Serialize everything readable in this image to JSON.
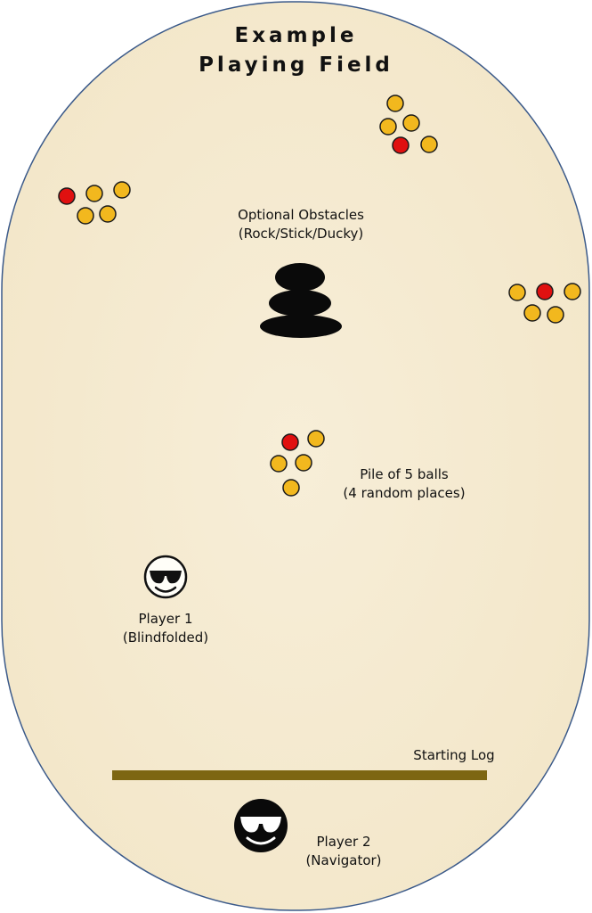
{
  "title": {
    "line1": "Example",
    "line2": "Playing Field"
  },
  "labels": {
    "obstacles_line1": "Optional Obstacles",
    "obstacles_line2": "(Rock/Stick/Ducky)",
    "pile_line1": "Pile of 5 balls",
    "pile_line2": "(4 random places)",
    "player1_line1": "Player 1",
    "player1_line2": "(Blindfolded)",
    "starting_log": "Starting Log",
    "player2_line1": "Player 2",
    "player2_line2": "(Navigator)"
  },
  "icons": {
    "player1": "sunglasses-smiley-outline-icon",
    "player2": "sunglasses-smiley-filled-icon",
    "obstacle": "rock-stack-icon"
  },
  "colors": {
    "field_fill": "#f5ead0",
    "field_border": "#3b5a8a",
    "ball_yellow": "#f2b81e",
    "ball_red": "#e01010",
    "ball_stroke": "#1a1a1a",
    "log": "#7d6612",
    "rock": "#0a0a0a"
  }
}
